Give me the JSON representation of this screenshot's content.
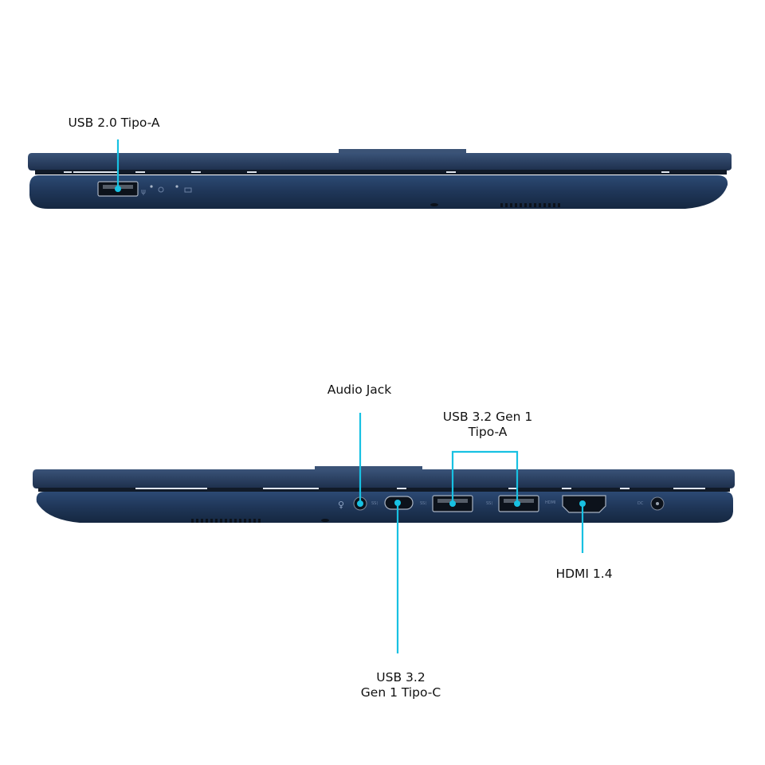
{
  "labels": {
    "usb20": "USB 2.0 Tipo-A",
    "audio": "Audio Jack",
    "usb32a_line1": "USB 3.2 Gen 1",
    "usb32a_line2": "Tipo-A",
    "hdmi": "HDMI 1.4",
    "usbc_line1": "USB 3.2",
    "usbc_line2": "Gen 1 Tipo-C"
  },
  "colors": {
    "chassis": "#1f3658",
    "lid": "#263d5f",
    "callout": "#18c1e2",
    "background": "#ffffff"
  },
  "icons": [
    "usb-icon",
    "led-icon",
    "battery-icon",
    "headphone-icon",
    "dc-power-icon"
  ]
}
